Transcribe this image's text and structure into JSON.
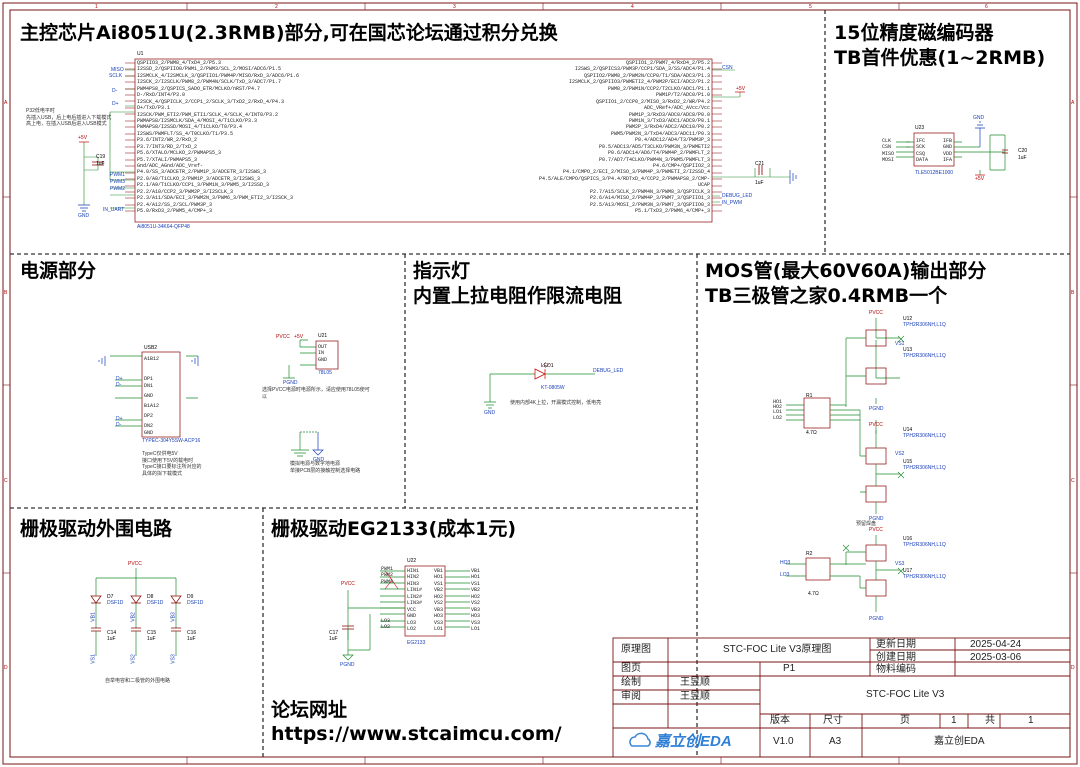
{
  "sections": {
    "mcu_title": "主控芯片Ai8051U(2.3RMB)部分,可在国芯论坛通过积分兑换",
    "encoder_title_1": "15位精度磁编码器",
    "encoder_title_2": "TB首件优惠(1~2RMB)",
    "power_title": "电源部分",
    "led_title_1": "指示灯",
    "led_title_2": "内置上拉电阻作限流电阻",
    "mos_title_1": "MOS管(最大60V60A)输出部分",
    "mos_title_2": "TB三极管之家0.4RMB一个",
    "gate_periph_title": "栅极驱动外围电路",
    "gate_driver_title": "栅极驱动EG2133(成本1元)",
    "forum_title": "论坛网址",
    "forum_url": "https://www.stcaimcu.com/"
  },
  "mcu": {
    "ref": "U1",
    "part": "Ai8051U-34K64-QFP48",
    "left_pins": [
      "QSPIIO3_2/PWM8_4/TxD4_2/P5.3",
      "I2SSD_2/QSPIIO0/PWM1_2/PWM3/SCL_2/MOSI/ADC6/P1.5",
      "I2SMCLK_4/I2SMCLK_3/QSPIIO1/PWM4P/MISO/RxD_3/ADC6/P1.6",
      "I2SCK_2/I2SCLK/PWM8_2/PWM4N/SCLK/TxD_3/ADC7/P1.7",
      "PWM4PS8_2/QSPICS_SADO_ETR/MCLKO/nRST/P4.7",
      "D-/RxD/INT4/P3.0",
      "I2SCK_4/QSPICLK_2/CCP1_2/SCLK_3/TxD2_2/RxD_4/P4.3",
      "D+/TxD/P3.1",
      "I2SCK/PWM_ETI2/PWM_ETI1/SCLK_4/SCLK_4/INT0/P3.2",
      "PWMAPS8/I2SMCLK/SDA_4/MOSI_4/T1CLKO/P3.3",
      "PWMAPS8/I2SSD/MOSI_4/T1CLKO/T0/P3.4",
      "I2SWS/PWMFLT/SS_4/T0CLKO/T1/P3.5",
      "P3.6/INT2/WR_2/RxD_2",
      "P3.7/INT3/RD_2/TxD_2",
      "P5.6/XTALO/MCLKO_2/PWMAPS5_3",
      "P5.7/XTALI/PWMAPS5_3",
      "Gnd/ADC_AGnd/ADC_Vref-",
      "P4.0/SS_3/ADCETR_2/PWM1P_3/ADCETR_3/I2SWS_3",
      "P2.0/A8/T1CLKO_2/PWM1P_3/ADCETR_3/I2SWS_3",
      "P2.1/A9/T1CLKO/CCP1_3/PWM1N_3/PWM5_3/I2SSD_3",
      "P2.2/A10/CCP2_3/PWM2P_3/I2SCLK_3",
      "P2.3/A11/SDA/ECI_3/PWM2N_3/PWM6_3/PWM_ETI2_3/I2SCK_3",
      "P2.4/A12/SS_2/SCL/PWM3P_3",
      "P5.0/RxD3_2/PWM5_4/CMP+_3"
    ],
    "right_pins": [
      "QSPIIO1_2/PWM7_4/RxD4_2/P5.2",
      "I2SWS_2/QSPICS3/PWM3P/CCP1/SDA_3/SS/ADC4/P1.4",
      "QSPIIO2/PWM8_2/PWM2N/CCP0/T1/SDA/ADC3/P1.3",
      "I2SMCLK_2/QSPIIO3/PWMETI2_4/PWM2P/ECI/ADC2/P1.2",
      "PWM8_2/PWM1N/CCP2/T2CLKO/ADC1/P1.1",
      "PWM1P/T2/ADC0/P1.0",
      "QSPIIO1_2/CCP0_2/MISO_3/RxD2_2/WR/P4.2",
      "ADC_VRef+/ADC_AVcc/Vcc",
      "PWM1P_3/RxD3/ADC0/ADC8/P0.0",
      "PWM1N_3/TxD3/ADC1/ADC9/P0.1",
      "PWM2P_3/RxD4/ADC2/ADC10/P0.2",
      "PWM5/PWM2N_3/TxD4/ADC3/ADC11/P0.3",
      "P0.4/ADC12/AD4/T3/PWM3P_3",
      "P0.5/ADC13/AD5/T3CLKO/PWM3N_3/PWMETI2",
      "P0.6/ADC14/AD6/T4/PWM4P_2/PWMFLT_2",
      "P0.7/AD7/T4CLKO/PWM4N_3/PWM5/PWMFLT_3",
      "P4.6/CMP+/QSPIIO2_3",
      "P4.1/CMPO_2/ECI_2/MISO_3/PWM4P_3/PWMETI_2/I2SSD_4",
      "P4.5/ALE/CMPO/QSPICS_3/P4.4/RDTxD_4/CCP2_2/PWMAPS8_2/CMP-",
      "UCAP",
      "P2.7/A15/SCLK_2/PWM4N_3/PWM8_3/QSPICLK_3",
      "P2.6/A14/MISO_2/PWM4P_3/PWM7_3/QSPIIO1_3",
      "P2.5/A13/MOSI_2/PWM3N_3/PWM7_3/QSPIIO0_3",
      "P5.1/TxD3_2/PWM6_4/CMP+_3"
    ],
    "nets_left": [
      "MISO",
      "SCLK",
      "D-",
      "D+",
      "PWM1",
      "PWM3",
      "PWM2",
      "IN_UART"
    ],
    "nets_right": [
      "CSN",
      "DEBUG_LED",
      "IN_PWM"
    ],
    "caps": [
      {
        "ref": "C19",
        "val": "1uF"
      },
      {
        "ref": "C21",
        "val": "1uF"
      }
    ],
    "vcc_label": "+5V",
    "gnd_label": "GND",
    "note": "P32低电平时\n先插入USB，后上电后插进入下载模式\n高上电，在插入USB后进入USB模式"
  },
  "encoder": {
    "ref": "U23",
    "part": "TLE5012BE1000",
    "left_pins": [
      "IFC",
      "SCK",
      "CSQ",
      "DATA"
    ],
    "right_pins": [
      "IFB",
      "GND",
      "VDD",
      "IFA"
    ],
    "nets": [
      "CLK",
      "CSN",
      "MISO",
      "MOSI"
    ],
    "cap": {
      "ref": "C20",
      "val": "1uF"
    },
    "vcc_label": "+5V",
    "gnd_label": "GND"
  },
  "power": {
    "usb_ref": "USB2",
    "usb_part": "TYPEC-304Y5SW-ACP16",
    "usb_pins": [
      "A1B12",
      "DP1",
      "DN1",
      "GND",
      "B1A12",
      "DP2",
      "DN2",
      "GND"
    ],
    "usb_nets": [
      "D+",
      "D-",
      "D+",
      "D-"
    ],
    "reg_ref": "U21",
    "reg_part": "78L05",
    "reg_pins": [
      "OUT",
      "IN",
      "GND"
    ],
    "reg_input": "PVCC",
    "reg_output": "+5V",
    "usb_note": "TypeC仅供电5V\n接口使用下5V的载电时\nTypeC接口要标注所对应的\n具体的拟下载模式",
    "reg_note": "选择PVCC电源时电源所示，请应使用78L05使可以",
    "gnd_note": "模拟电源与数字地电源\n单接PCB层的接触控制选择电路",
    "gnd_labels": [
      "PGND",
      "GND"
    ]
  },
  "led": {
    "ref": "LED1",
    "part": "KT-0805W",
    "net": "DEBUG_LED",
    "note": "使用内部4K上拉，开漏模式控制，低电亮",
    "gnd_label": "GND"
  },
  "mos": {
    "fets": [
      {
        "ref": "U12",
        "part": "TPH2R306NH,L1Q"
      },
      {
        "ref": "U13",
        "part": "TPH2R306NH,L1Q"
      },
      {
        "ref": "U14",
        "part": "TPH2R306NH,L1Q"
      },
      {
        "ref": "U15",
        "part": "TPH2R306NH,L1Q"
      },
      {
        "ref": "U16",
        "part": "TPH2R306NH,L1Q"
      },
      {
        "ref": "U17",
        "part": "TPH2R306NH,L1Q"
      }
    ],
    "phase_nets": [
      "VS1",
      "VS2",
      "VS3"
    ],
    "gate_nets_1": [
      "HO1",
      "HO2",
      "LO1",
      "LO2"
    ],
    "gate_nets_2": [
      "HO3",
      "LO3"
    ],
    "resistor_val": "4.7Ω",
    "res_ref_1": "R1",
    "res_ref_2": "R2",
    "pvcc": "PVCC",
    "pgnd": "PGND",
    "note": "预留焊盘"
  },
  "gate_periph": {
    "pvcc": "PVCC",
    "diodes": [
      {
        "ref": "D7",
        "part": "DSF1D"
      },
      {
        "ref": "D8",
        "part": "DSF1D"
      },
      {
        "ref": "D9",
        "part": "DSF1D"
      }
    ],
    "vb_nets": [
      "VB1",
      "VB2",
      "VB3"
    ],
    "caps": [
      {
        "ref": "C14",
        "val": "1uF"
      },
      {
        "ref": "C15",
        "val": "1uF"
      },
      {
        "ref": "C16",
        "val": "1uF"
      }
    ],
    "vs_nets": [
      "VS1",
      "VS2",
      "VS3"
    ],
    "note": "自举电容和二极管的外围电路"
  },
  "gate_driver": {
    "ref": "U22",
    "part": "EG2133",
    "left_pins": [
      "HIN1",
      "HIN2",
      "HIN3",
      "LIN1#",
      "LIN2#",
      "LIN3#",
      "VCC",
      "GND",
      "LO3",
      "LO2"
    ],
    "right_pins": [
      "VB1",
      "HO1",
      "VS1",
      "VB2",
      "HO2",
      "VS2",
      "VB3",
      "HO3",
      "VS3",
      "LO1"
    ],
    "in_nets": [
      "PWM1",
      "PWM2",
      "PWM3"
    ],
    "out_nets": [
      "VB1",
      "HO1",
      "VS1",
      "VB2",
      "HO2",
      "VS2",
      "VB3",
      "HO3",
      "VS3",
      "LO1"
    ],
    "lo_nets": [
      "LO3",
      "LO2"
    ],
    "cap": {
      "ref": "C17",
      "val": "1uF"
    },
    "pvcc": "PVCC",
    "pgnd": "PGND"
  },
  "title_block": {
    "schematic_label": "原理图",
    "schematic_value": "STC-FOC Lite V3原理图",
    "page_label": "图页",
    "page_value": "P1",
    "drawn_label": "绘制",
    "drawn_value": "王昱顺",
    "review_label": "审阅",
    "review_value": "王昱顺",
    "update_label": "更新日期",
    "update_value": "2025-04-24",
    "create_label": "创建日期",
    "create_value": "2025-03-06",
    "material_label": "物料编码",
    "project_value": "STC-FOC Lite V3",
    "version_label": "版本",
    "size_label": "尺寸",
    "page_count_label": "页",
    "total_label": "共",
    "page_num": "1",
    "total_num": "1",
    "version_value": "V1.0",
    "size_value": "A3",
    "company_value": "嘉立创EDA",
    "logo_text": "嘉立创EDA"
  },
  "border": {
    "columns": [
      "1",
      "2",
      "3",
      "4",
      "5",
      "6"
    ],
    "rows": [
      "A",
      "B",
      "C",
      "D"
    ]
  }
}
